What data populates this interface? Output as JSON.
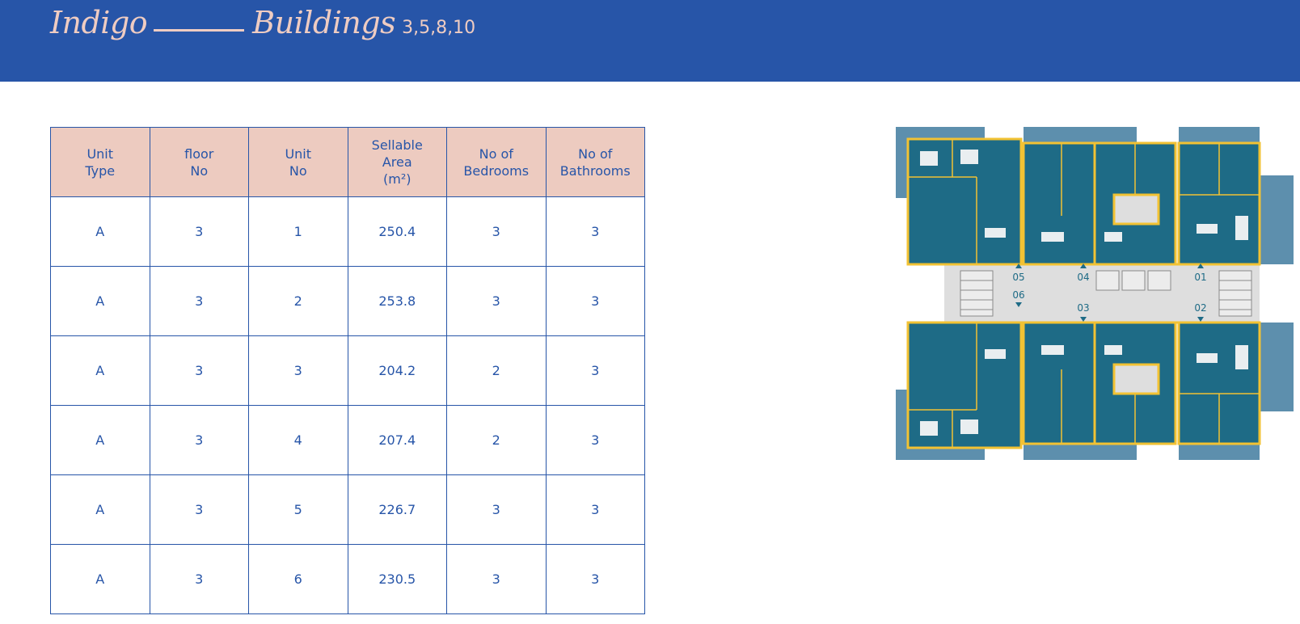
{
  "header": {
    "title_part1": "Indigo",
    "title_part2": "Buildings",
    "buildings": "3,5,8,10"
  },
  "table": {
    "columns": [
      "Unit\nType",
      "floor\nNo",
      "Unit\nNo",
      "Sellable\nArea\n(m²)",
      "No of\nBedrooms",
      "No of\nBathrooms"
    ],
    "rows": [
      [
        "A",
        "3",
        "1",
        "250.4",
        "3",
        "3"
      ],
      [
        "A",
        "3",
        "2",
        "253.8",
        "3",
        "3"
      ],
      [
        "A",
        "3",
        "3",
        "204.2",
        "2",
        "3"
      ],
      [
        "A",
        "3",
        "4",
        "207.4",
        "2",
        "3"
      ],
      [
        "A",
        "3",
        "5",
        "226.7",
        "3",
        "3"
      ],
      [
        "A",
        "3",
        "6",
        "230.5",
        "3",
        "3"
      ]
    ]
  },
  "floor_plan": {
    "unit_markers": [
      "01",
      "02",
      "03",
      "04",
      "05",
      "06"
    ],
    "colors": {
      "unit_fill": "#1e6b86",
      "wall": "#f2c233",
      "core": "#dedede",
      "terrace": "#5d8fad"
    }
  },
  "colors": {
    "brand_blue": "#2755a8",
    "header_text": "#efccc2",
    "table_header_bg": "#edcbc0"
  }
}
